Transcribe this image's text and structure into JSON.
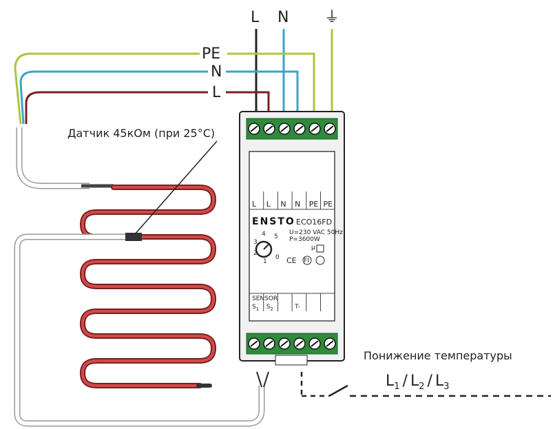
{
  "supply_labels": {
    "L": "L",
    "N": "N",
    "ground_symbol": "⏚"
  },
  "wire_labels": {
    "PE": "PE",
    "N": "N",
    "L": "L"
  },
  "sensor_label": "Датчик 45кОм (при 25°С)",
  "device": {
    "brand": "ENSTO",
    "model": "ECO16FD",
    "rating_voltage": "U=230 VAC 50Hz",
    "rating_power": "P=3600W",
    "mu_symbol": "μ",
    "terminals_top": [
      "L",
      "L",
      "N",
      "N",
      "PE",
      "PE"
    ],
    "terminals_bottom_header": "SENSOR",
    "terminals_bottom": [
      "S",
      "S",
      "",
      "T-",
      "",
      ""
    ],
    "sensor_subscripts": [
      "1",
      "2"
    ],
    "dial_numbers": [
      "0",
      "1",
      "2",
      "3",
      "4",
      "5"
    ],
    "ce_mark": "CE",
    "fi_mark": "FI"
  },
  "reduction_label": "Понижение температуры",
  "reduction_inputs": {
    "L": "L",
    "slash": "/",
    "subscripts": [
      "1",
      "2",
      "3"
    ]
  },
  "colors": {
    "L_wire": "#7a1f1f",
    "N_wire": "#3aa6c8",
    "PE_wire": "#a8c83c",
    "cable_red": "#b3262b",
    "terminal_green": "#2f8a3c",
    "body": "#f3f3f3"
  }
}
